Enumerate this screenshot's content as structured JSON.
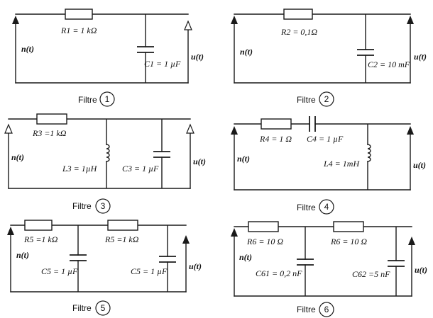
{
  "filters": [
    {
      "caption": "Filtre",
      "number": "1",
      "input_label": "n(t)",
      "output_label": "u(t)",
      "labels": [
        "R1 = 1  kΩ",
        "C1 = 1 µF"
      ]
    },
    {
      "caption": "Filtre",
      "number": "2",
      "input_label": "n(t)",
      "output_label": "u(t)",
      "labels": [
        "R2 = 0,1Ω",
        "C2 = 10 mF"
      ]
    },
    {
      "caption": "Filtre",
      "number": "3",
      "input_label": "n(t)",
      "output_label": "u(t)",
      "labels": [
        "R3 =1 kΩ",
        "L3 = 1µH",
        "C3 = 1 µF"
      ]
    },
    {
      "caption": "Filtre",
      "number": "4",
      "input_label": "n(t)",
      "output_label": "u(t)",
      "labels": [
        "R4 = 1 Ω",
        "C4 = 1 µF",
        "L4 = 1mH"
      ]
    },
    {
      "caption": "Filtre",
      "number": "5",
      "input_label": "n(t)",
      "output_label": "u(t)",
      "labels": [
        "R5 =1  kΩ",
        "R5 =1  kΩ",
        "C5 = 1 µF",
        "C5 = 1 µF"
      ]
    },
    {
      "caption": "Filtre",
      "number": "6",
      "input_label": "n(t)",
      "output_label": "u(t)",
      "labels": [
        "R6 = 10  Ω",
        "R6 = 10  Ω",
        "C61 = 0,2 nF",
        "C62 =5 nF"
      ]
    }
  ]
}
